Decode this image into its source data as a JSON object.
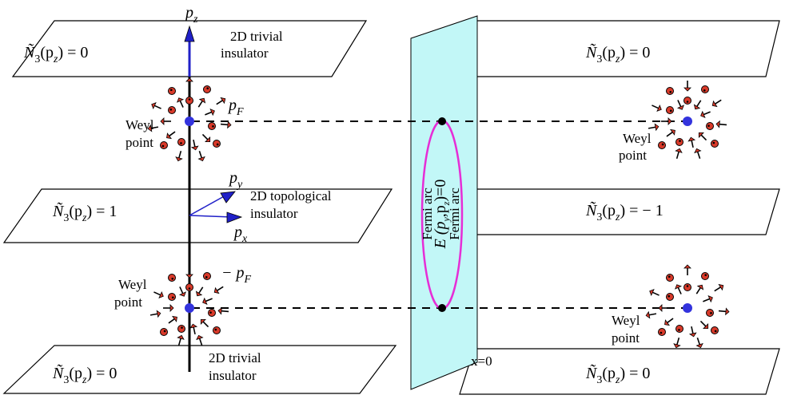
{
  "diagram": {
    "axis_label": "p",
    "axis_label_sub": "z",
    "left_planes": [
      {
        "eq_prefix": "Ñ",
        "eq_sub": "3",
        "eq_arg": "(p",
        "eq_arg_sub": "z",
        "eq_rest": ") = 0",
        "note1": "2D trivial",
        "note2": "insulator"
      },
      {
        "eq_prefix": "Ñ",
        "eq_sub": "3",
        "eq_arg": "(p",
        "eq_arg_sub": "z",
        "eq_rest": ") = 1",
        "note1": "2D topological",
        "note2": "insulator"
      },
      {
        "eq_prefix": "Ñ",
        "eq_sub": "3",
        "eq_arg": "(p",
        "eq_arg_sub": "z",
        "eq_rest": ") = 0",
        "note1": "2D trivial",
        "note2": "insulator"
      }
    ],
    "right_planes": [
      {
        "eq_prefix": "Ñ",
        "eq_sub": "3",
        "eq_arg": "(p",
        "eq_arg_sub": "z",
        "eq_rest": ") = 0"
      },
      {
        "eq_prefix": "Ñ",
        "eq_sub": "3",
        "eq_arg": "(p",
        "eq_arg_sub": "z",
        "eq_rest": ") = − 1"
      },
      {
        "eq_prefix": "Ñ",
        "eq_sub": "3",
        "eq_arg": "(p",
        "eq_arg_sub": "z",
        "eq_rest": ") = 0"
      }
    ],
    "pf_label": "p",
    "pf_sub": "F",
    "neg_pf_label": "− p",
    "neg_pf_sub": "F",
    "py_label": "p",
    "py_sub": "y",
    "px_label": "p",
    "px_sub": "x",
    "weyl_word1": "Weyl",
    "weyl_word2": "point",
    "surface": {
      "fermi_arc": "Fermi arc",
      "energy_eq": "E (p",
      "energy_eq_sub_y": "y",
      "energy_eq_mid": ",p",
      "energy_eq_sub_z": "z",
      "energy_eq_end": ")=0",
      "x_label": "x=0"
    },
    "colors": {
      "surface_fill": "#c2f7f7",
      "arc_stroke": "#e62ed6",
      "weyl_dot": "#3333dd",
      "vector": "#2020c8",
      "spin": "#d93a2a"
    }
  }
}
